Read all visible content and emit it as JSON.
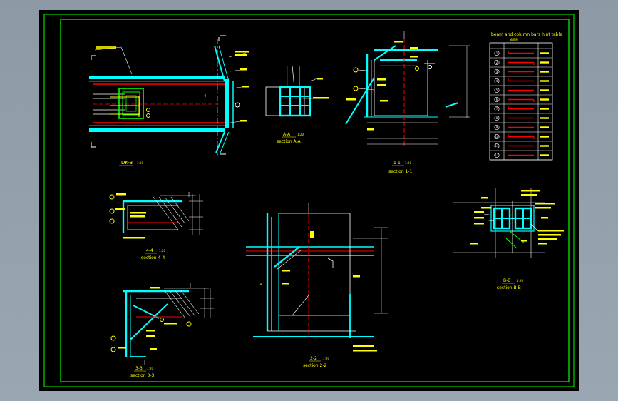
{
  "sheet": {
    "colors": {
      "background": "#000000",
      "frame": "#00ff00",
      "steel": "#00ffff",
      "rebar": "#ff0000",
      "leader": "#ffffff",
      "text": "#ffff00",
      "hatch": "#00ff00"
    }
  },
  "views": {
    "dk3": {
      "title": "DK-3",
      "scale": "1:20"
    },
    "aa": {
      "title": "A-A",
      "scale": "1:20",
      "subtitle": "section A-A"
    },
    "s11": {
      "title": "1-1",
      "scale": "1:20",
      "subtitle": "section 1-1"
    },
    "s44": {
      "title": "4-4",
      "scale": "1:20",
      "subtitle": "section 4-4"
    },
    "s22": {
      "title": "2-2",
      "scale": "1:20",
      "subtitle": "section 2-2"
    },
    "s33": {
      "title": "3-3",
      "scale": "1:20",
      "subtitle": "section 3-3"
    },
    "bb": {
      "title": "B-B",
      "scale": "1:20",
      "subtitle": "section B-B"
    }
  },
  "table": {
    "title": "beam and column bars hint table",
    "subtitle": "钢筋表",
    "row_numbers": [
      "1",
      "2",
      "3",
      "4",
      "5",
      "6",
      "7",
      "8",
      "9",
      "10",
      "11",
      "12"
    ]
  },
  "labels": {
    "dim_4": "4",
    "bubble_1": "1",
    "bubble_2": "2",
    "bubble_3": "3"
  }
}
